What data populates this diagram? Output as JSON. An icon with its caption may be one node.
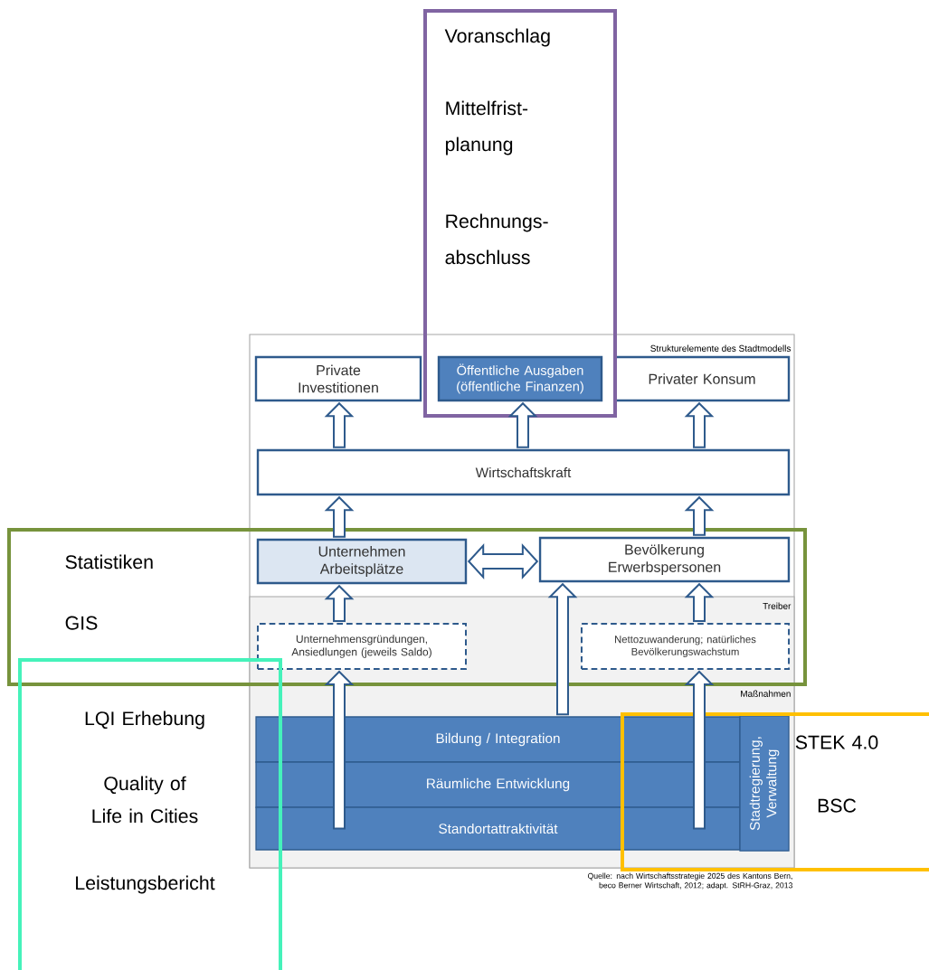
{
  "diagram": {
    "nodes": [
      {
        "text": [
          "Voranschlag",
          "Mittelfrist- planung",
          "Rechnungs- abschluss"
        ]
      },
      {
        "text": [
          "Private Investitionen"
        ]
      },
      {
        "text": [
          "Öffentliche Ausgaben (öffentliche Finanzen)"
        ],
        "in": 0
      },
      {
        "text": [
          "Privater Konsum"
        ]
      },
      {
        "text": [
          "Wirtschaftskraft"
        ]
      },
      {
        "text": [
          "Statistiken",
          "GIS"
        ]
      },
      {
        "text": [
          "Unternehmen Arbeitsplätze"
        ],
        "in": 5
      },
      {
        "text": [
          "Bevölkerung Erwerbspersonen"
        ],
        "in": 5
      },
      {
        "text": [
          "Unternehmensgründungen, Ansiedlungen (jeweils Saldo)"
        ],
        "in": 5
      },
      {
        "text": [
          "Nettozuwanderung; natürliches Bevölkerungswachstum"
        ],
        "in": 5
      },
      {
        "text": [
          "LQI Erhebung",
          "Quality of Life in Cities",
          "Leistungsbericht"
        ]
      },
      {
        "text": [
          "Bildung / Integration"
        ]
      },
      {
        "text": [
          "Räumliche Entwicklung"
        ]
      },
      {
        "text": [
          "Standortattraktivität"
        ]
      },
      {
        "text": [
          "Stadtregierung, Verwaltung"
        ],
        "in": 15
      },
      {
        "text": [
          "STEK 4.0",
          "BSC"
        ]
      }
    ],
    "edges": [
      {
        "from": 4,
        "to": 1,
        "arrow": "to"
      },
      {
        "from": 4,
        "to": 2,
        "arrow": "to"
      },
      {
        "from": 4,
        "to": 3,
        "arrow": "to"
      },
      {
        "from": 6,
        "to": 4,
        "arrow": "to"
      },
      {
        "from": 7,
        "to": 4,
        "arrow": "to"
      },
      {
        "from": 6,
        "to": 7,
        "arrow": "both"
      },
      {
        "from": 8,
        "to": 6,
        "arrow": "to"
      },
      {
        "from": 9,
        "to": 7,
        "arrow": "to"
      },
      {
        "from": 11,
        "to": 7,
        "arrow": "to"
      },
      {
        "from": 13,
        "to": 8,
        "arrow": "to"
      },
      {
        "from": 13,
        "to": 9,
        "arrow": "to"
      }
    ],
    "labels": [
      "Strukturelemente des Stadtmodells",
      "Treiber",
      "Maßnahmen",
      "Quelle: nach Wirtschaftsstrategie 2025 des Kantons Bern, beco Berner Wirtschaft, 2012; adapt. StRH-Graz, 2013"
    ]
  }
}
